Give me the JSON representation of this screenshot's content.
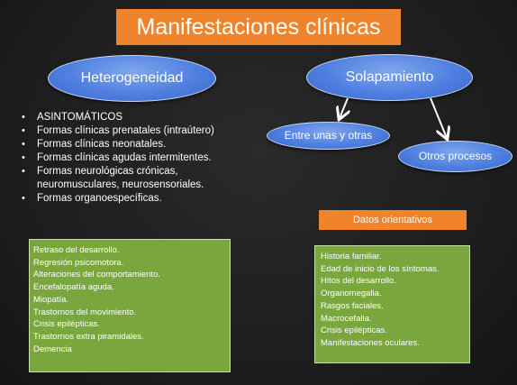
{
  "title": "Manifestaciones clínicas",
  "nodes": {
    "heterogeneidad": "Heterogeneidad",
    "solapamiento": "Solapamiento",
    "entre_unas_y_otras": "Entre unas y otras",
    "otros_procesos": "Otros procesos"
  },
  "bullets": [
    "ASINTOMÁTICOS",
    "Formas clínicas prenatales (intraútero)",
    "Formas clínicas neonatales.",
    "Formas clínicas agudas intermitentes.",
    "Formas neurológicas crónicas, neuromusculares, neurosensoriales.",
    "Formas organoespecíficas."
  ],
  "bullet_symbol": "•",
  "left_box": [
    "Retraso del desarrollo.",
    "Regresión psicomotora.",
    "Alteraciones del comportamiento.",
    "Encefalopatía aguda.",
    "Miopatía.",
    "Trastornos del movimiento.",
    "Crisis epilépticas.",
    "Trastornos extra piramidales.",
    "Demencia"
  ],
  "datos_orientativos": "Datos orientativos",
  "right_box": [
    "Historia familiar.",
    "Edad de inicio de los síntomas.",
    "Hitos del desarrollo.",
    "Organomegalia.",
    "Rasgos faciales.",
    "Macrocefalia.",
    "Crisis epilépticas.",
    "Manifestaciones oculares."
  ],
  "colors": {
    "background": "#1f1f1f",
    "orange": "#f0842c",
    "blue_oval": "#4f7fe0",
    "green_box": "#7aa63e",
    "text": "#ffffff"
  }
}
